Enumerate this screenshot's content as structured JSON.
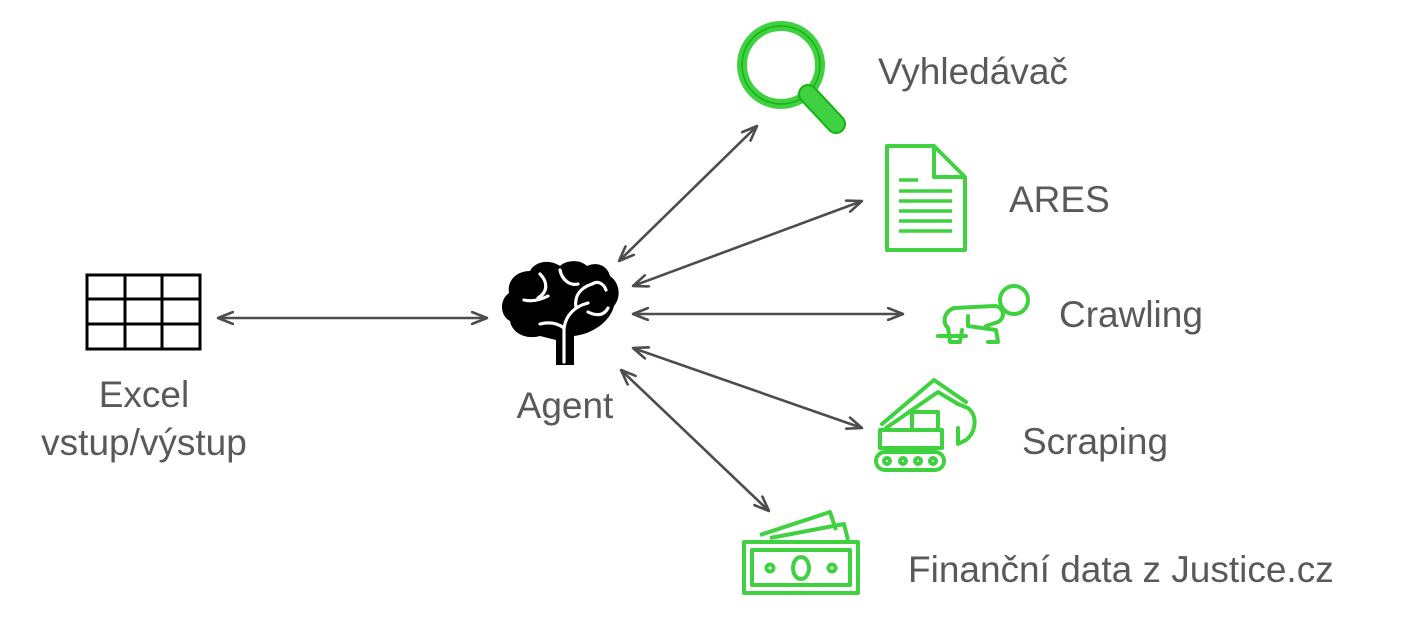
{
  "diagram": {
    "colors": {
      "text": "#595959",
      "arrow": "#4d4d4d",
      "accent": "#3fd13f",
      "accent_dark": "#16b216",
      "icon_black": "#000000"
    },
    "nodes": {
      "excel": {
        "label_line1": "Excel",
        "label_line2": "vstup/výstup",
        "icon": "table-icon"
      },
      "agent": {
        "label": "Agent",
        "icon": "brain-icon"
      },
      "search": {
        "label": "Vyhledávač",
        "icon": "magnifier-icon"
      },
      "ares": {
        "label": "ARES",
        "icon": "document-icon"
      },
      "crawling": {
        "label": "Crawling",
        "icon": "crawling-baby-icon"
      },
      "scraping": {
        "label": "Scraping",
        "icon": "excavator-icon"
      },
      "finance": {
        "label": "Finanční data z Justice.cz",
        "icon": "banknotes-icon"
      }
    }
  }
}
